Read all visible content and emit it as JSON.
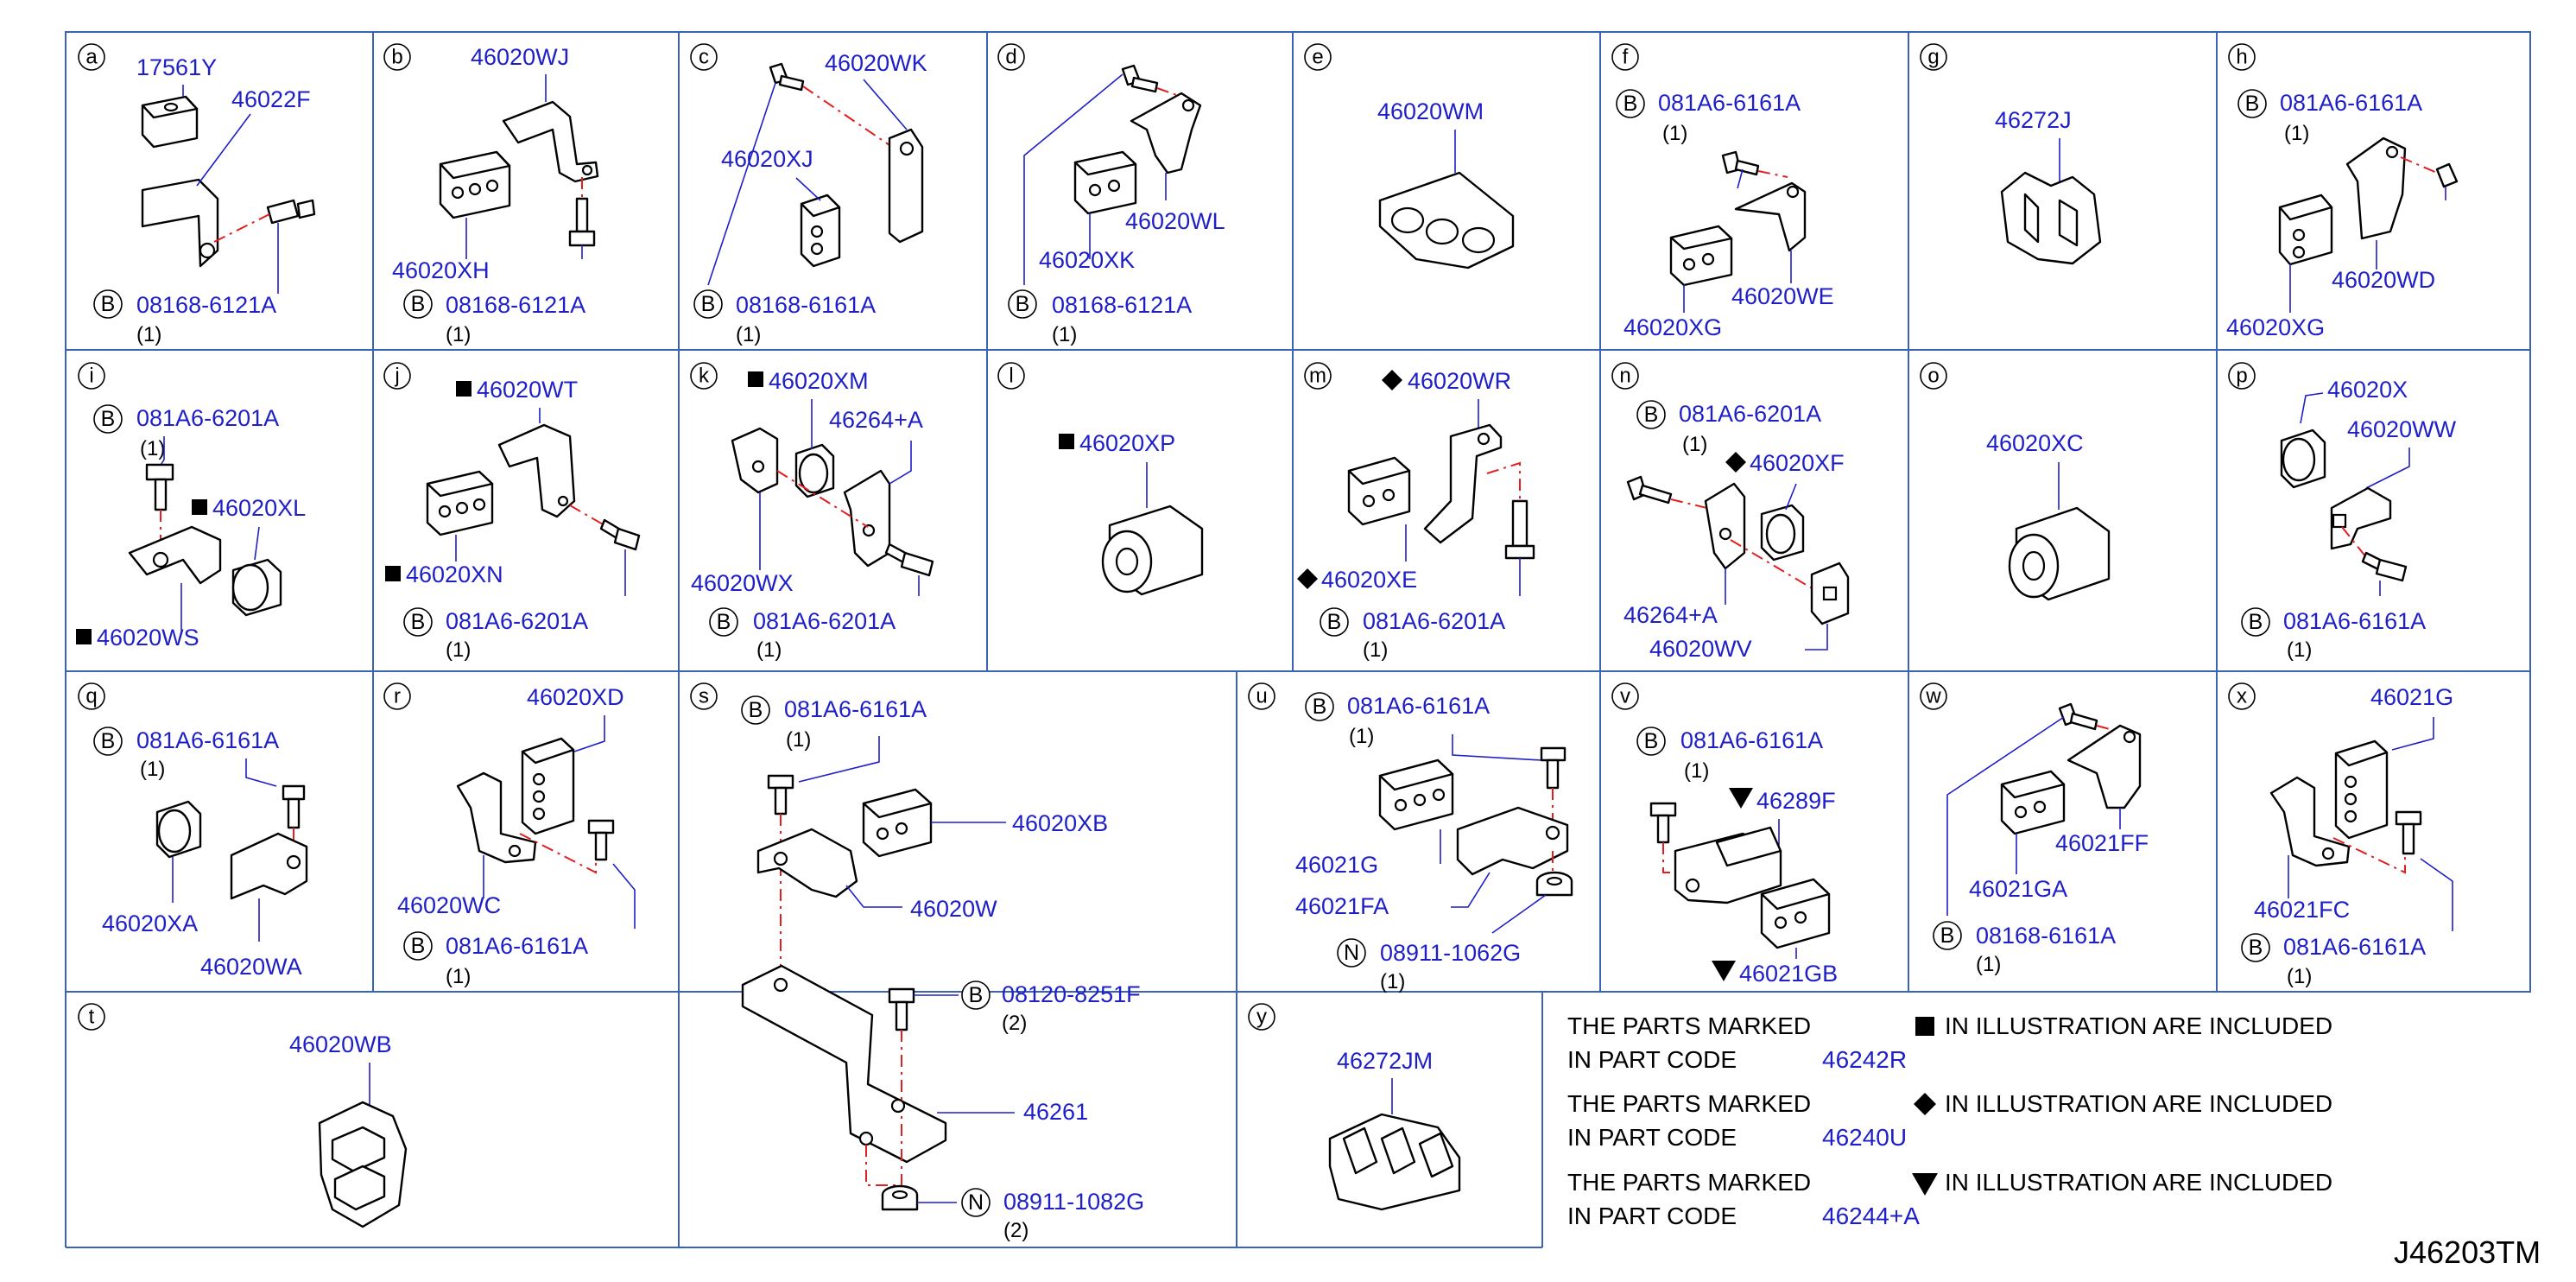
{
  "cells": [
    {
      "id": "a",
      "labels": [
        "17561Y",
        "46022F",
        "08168-6121A"
      ],
      "qty": [
        "(1)"
      ],
      "marks": [
        "B"
      ]
    },
    {
      "id": "b",
      "labels": [
        "46020WJ",
        "46020XH",
        "08168-6121A"
      ],
      "qty": [
        "(1)"
      ],
      "marks": [
        "B"
      ]
    },
    {
      "id": "c",
      "labels": [
        "46020WK",
        "46020XJ",
        "08168-6161A"
      ],
      "qty": [
        "(1)"
      ],
      "marks": [
        "B"
      ]
    },
    {
      "id": "d",
      "labels": [
        "46020XK",
        "46020WL",
        "08168-6121A"
      ],
      "qty": [
        "(1)"
      ],
      "marks": [
        "B"
      ]
    },
    {
      "id": "e",
      "labels": [
        "46020WM"
      ],
      "qty": [],
      "marks": []
    },
    {
      "id": "f",
      "labels": [
        "081A6-6161A",
        "46020WE",
        "46020XG"
      ],
      "qty": [
        "(1)"
      ],
      "marks": [
        "B"
      ]
    },
    {
      "id": "g",
      "labels": [
        "46272J"
      ],
      "qty": [],
      "marks": []
    },
    {
      "id": "h",
      "labels": [
        "081A6-6161A",
        "46020WD",
        "46020XG"
      ],
      "qty": [
        "(1)"
      ],
      "marks": [
        "B"
      ]
    },
    {
      "id": "i",
      "labels": [
        "081A6-6201A",
        "46020XL",
        "46020WS"
      ],
      "qty": [
        "(1)"
      ],
      "marks": [
        "B"
      ]
    },
    {
      "id": "j",
      "labels": [
        "46020WT",
        "46020XN",
        "081A6-6201A"
      ],
      "qty": [
        "(1)"
      ],
      "marks": [
        "B"
      ]
    },
    {
      "id": "k",
      "labels": [
        "46020XM",
        "46264+A",
        "46020WX",
        "081A6-6201A"
      ],
      "qty": [
        "(1)"
      ],
      "marks": [
        "B"
      ]
    },
    {
      "id": "l",
      "labels": [
        "46020XP"
      ],
      "qty": [],
      "marks": []
    },
    {
      "id": "m",
      "labels": [
        "46020WR",
        "46020XE",
        "081A6-6201A"
      ],
      "qty": [
        "(1)"
      ],
      "marks": [
        "B"
      ]
    },
    {
      "id": "n",
      "labels": [
        "081A6-6201A",
        "46020XF",
        "46264+A",
        "46020WV"
      ],
      "qty": [
        "(1)"
      ],
      "marks": [
        "B"
      ]
    },
    {
      "id": "o",
      "labels": [
        "46020XC"
      ],
      "qty": [],
      "marks": []
    },
    {
      "id": "p",
      "labels": [
        "46020X",
        "46020WW",
        "081A6-6161A"
      ],
      "qty": [
        "(1)"
      ],
      "marks": [
        "B"
      ]
    },
    {
      "id": "q",
      "labels": [
        "081A6-6161A",
        "46020XA",
        "46020WA"
      ],
      "qty": [
        "(1)"
      ],
      "marks": [
        "B"
      ]
    },
    {
      "id": "r",
      "labels": [
        "46020XD",
        "46020WC",
        "081A6-6161A"
      ],
      "qty": [
        "(1)"
      ],
      "marks": [
        "B"
      ]
    },
    {
      "id": "s",
      "labels": [
        "081A6-6161A",
        "46020XB",
        "46020W",
        "08120-8251F",
        "46261",
        "08911-1082G"
      ],
      "qty": [
        "(1)",
        "(2)",
        "(2)"
      ],
      "marks": [
        "B",
        "B",
        "N"
      ]
    },
    {
      "id": "t",
      "labels": [
        "46020WB"
      ],
      "qty": [],
      "marks": []
    },
    {
      "id": "u",
      "labels": [
        "081A6-6161A",
        "46021G",
        "46021FA",
        "08911-1062G"
      ],
      "qty": [
        "(1)",
        "(1)"
      ],
      "marks": [
        "B",
        "N"
      ]
    },
    {
      "id": "v",
      "labels": [
        "081A6-6161A",
        "46289F",
        "46021GB"
      ],
      "qty": [
        "(1)"
      ],
      "marks": [
        "B"
      ]
    },
    {
      "id": "w",
      "labels": [
        "46021FF",
        "46021GA",
        "08168-6161A"
      ],
      "qty": [
        "(1)"
      ],
      "marks": [
        "B"
      ]
    },
    {
      "id": "x",
      "labels": [
        "46021G",
        "46021FC",
        "081A6-6161A"
      ],
      "qty": [
        "(1)"
      ],
      "marks": [
        "B"
      ]
    },
    {
      "id": "y",
      "labels": [
        "46272JM"
      ],
      "qty": [],
      "marks": []
    }
  ],
  "notes": [
    {
      "line1": "THE   PARTS   MARKED",
      "line1b": "IN   ILLUSTRATION   ARE   INCLUDED",
      "line2": "IN   PART   CODE",
      "code": "46242R",
      "symbol": "square"
    },
    {
      "line1": "THE   PARTS   MARKED",
      "line1b": "IN   ILLUSTRATION   ARE   INCLUDED",
      "line2": "IN   PART   CODE",
      "code": "46240U",
      "symbol": "diamond"
    },
    {
      "line1": "THE   PARTS   MARKED",
      "line1b": "IN   ILLUSTRATION   ARE   INCLUDED",
      "line2": "IN   PART   CODE",
      "code": "46244+A",
      "symbol": "triangle-down"
    }
  ],
  "drawing_code": "J46203TM",
  "colors": {
    "label": "#1f1fc8",
    "frame": "#3a63b5",
    "centerline": "#e02020"
  }
}
